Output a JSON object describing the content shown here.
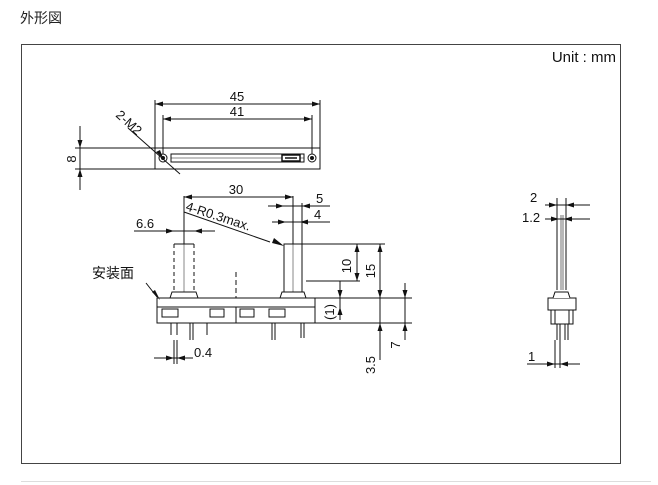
{
  "page": {
    "title": "外形図"
  },
  "unit_label": "Unit : mm",
  "top_view": {
    "dims": {
      "overall": "45",
      "mounting": "41",
      "height": "8",
      "thread": "2-M2"
    }
  },
  "front_view": {
    "dims": {
      "travel": "30",
      "knob_width": "5",
      "knob_inner": "4",
      "shaft_offset": "6.6",
      "radius": "4-R0.3max.",
      "h10": "10",
      "h15": "15",
      "h1": "(1)",
      "pin_offset": "0.4",
      "pin_len": "3.5",
      "h7": "7"
    },
    "mounting_face": "安装面"
  },
  "side_view": {
    "dims": {
      "w2": "2",
      "w12": "1.2",
      "pin": "1"
    }
  },
  "colors": {
    "line": "#111111",
    "frame": "#444444"
  }
}
